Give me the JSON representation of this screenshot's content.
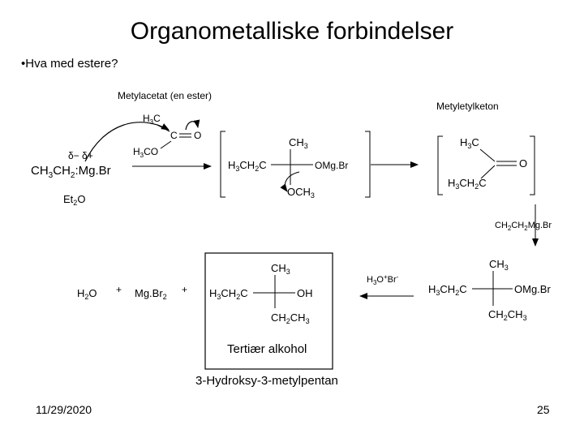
{
  "slide": {
    "title": "Organometalliske forbindelser",
    "bullet": "•Hva med estere?",
    "date": "11/29/2020",
    "page_number": "25"
  },
  "reaction": {
    "ester_label": "Metylacetat (en ester)",
    "ketone_label": "Metyletylketon",
    "alcohol_label": "Tertiær alkohol",
    "product_name": "3-Hydroksy-3-metylpentan"
  }
}
